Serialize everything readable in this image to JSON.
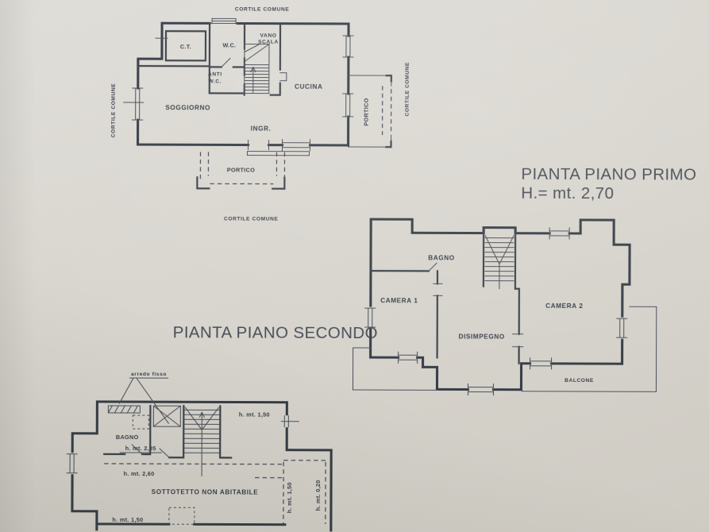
{
  "titles": {
    "piano_primo": "PIANTA PIANO PRIMO",
    "piano_primo_height": "H.= mt. 2,70",
    "piano_secondo": "PIANTA PIANO SECONDO"
  },
  "plan_ground_floor": {
    "surroundings": {
      "cortile_top": "CORTILE COMUNE",
      "cortile_left": "CORTILE COMUNE",
      "cortile_right": "CORTILE COMUNE",
      "cortile_bottom": "CORTILE COMUNE"
    },
    "rooms": {
      "ct": "C.T.",
      "wc": "W.C.",
      "vano_scala_line1": "VANO",
      "vano_scala_line2": "SCALA",
      "anti_wc_line1": "ANTI",
      "anti_wc_line2": "W.C.",
      "cucina": "CUCINA",
      "soggiorno": "SOGGIORNO",
      "ingresso": "INGR.",
      "portico_right": "PORTICO",
      "portico_bottom": "PORTICO"
    }
  },
  "plan_first_floor": {
    "rooms": {
      "bagno": "BAGNO",
      "camera1": "CAMERA 1",
      "camera2": "CAMERA 2",
      "disimpegno": "DISIMPEGNO",
      "balcone": "BALCONE"
    }
  },
  "plan_second_floor": {
    "annotations": {
      "arredo_fisso": "arredo fisso",
      "bagno": "BAGNO",
      "h_bagno": "h. mt. 2,05",
      "h_150_top": "h. mt. 1,50",
      "h_260": "h. mt. 2,60",
      "sottotetto": "SOTTOTETTO NON ABITABILE",
      "h_150_bottom": "h. mt. 1,50",
      "h_150_right": "h. mt. 1,50",
      "h_020_right": "h. mt. 0,20"
    }
  }
}
